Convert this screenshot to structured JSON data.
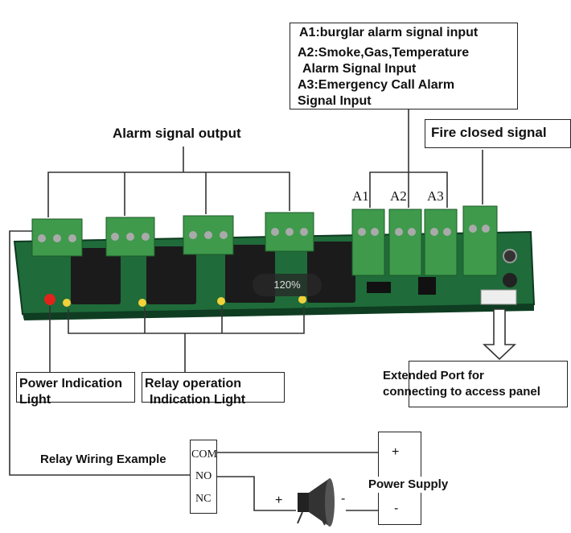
{
  "legend_box": {
    "a1": "A1:burglar alarm signal input",
    "a2_line1": "A2:Smoke,Gas,Temperature",
    "a2_line2": "Alarm Signal Input",
    "a3_line1": "A3:Emergency Call Alarm",
    "a3_line2": "Signal Input"
  },
  "labels": {
    "alarm_output": "Alarm signal output",
    "fire_closed": "Fire closed signal",
    "input_a1": "A1",
    "input_a2": "A2",
    "input_a3": "A3",
    "power_light_line1": "Power Indication",
    "power_light_line2": "Light",
    "relay_light_line1": "Relay operation",
    "relay_light_line2": "Indication Light",
    "extended_line1": "Extended Port for",
    "extended_line2": "connecting to access panel",
    "relay_example": "Relay Wiring Example",
    "power_supply": "Power Supply",
    "com": "COM",
    "no": "NO",
    "nc": "NC",
    "plus": "+",
    "minus": "-"
  },
  "zoom_indicator": "120%",
  "colors": {
    "board": "#1f6b3a",
    "terminal": "#3f9a4c",
    "relay": "#1b1b1b",
    "power_led": "#e0241b",
    "relay_led": "#f1d23a"
  }
}
